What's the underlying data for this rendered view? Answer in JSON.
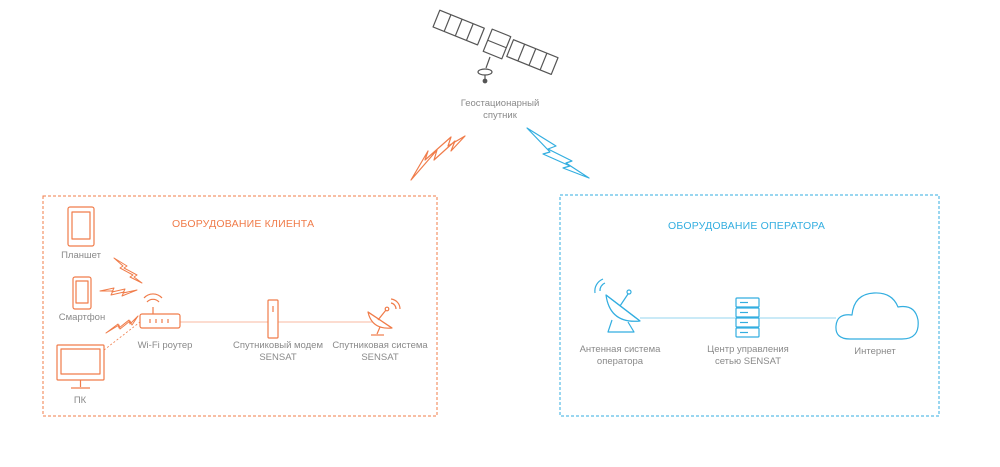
{
  "colors": {
    "client": "#f07c4a",
    "operator": "#33aee0",
    "satellite": "#555555",
    "text": "#8a8a8a"
  },
  "satellite": {
    "label": "Геостационарный\nспутник",
    "icon": "satellite-icon"
  },
  "client": {
    "title": "ОБОРУДОВАНИЕ КЛИЕНТА",
    "devices": [
      {
        "label": "Планшет",
        "icon": "tablet-icon"
      },
      {
        "label": "Смартфон",
        "icon": "smartphone-icon"
      },
      {
        "label": "ПК",
        "icon": "pc-monitor-icon"
      },
      {
        "label": "Wi-Fi роутер",
        "icon": "wifi-router-icon"
      },
      {
        "label": "Спутниковый модем\nSENSAT",
        "icon": "satellite-modem-icon"
      },
      {
        "label": "Спутниковая система\nSENSAT",
        "icon": "satellite-dish-icon"
      }
    ]
  },
  "operator": {
    "title": "ОБОРУДОВАНИЕ ОПЕРАТОРА",
    "devices": [
      {
        "label": "Антенная система\nоператора",
        "icon": "operator-antenna-icon"
      },
      {
        "label": "Центр управления\nсетью SENSAT",
        "icon": "server-rack-icon"
      },
      {
        "label": "Интернет",
        "icon": "cloud-icon"
      }
    ]
  }
}
